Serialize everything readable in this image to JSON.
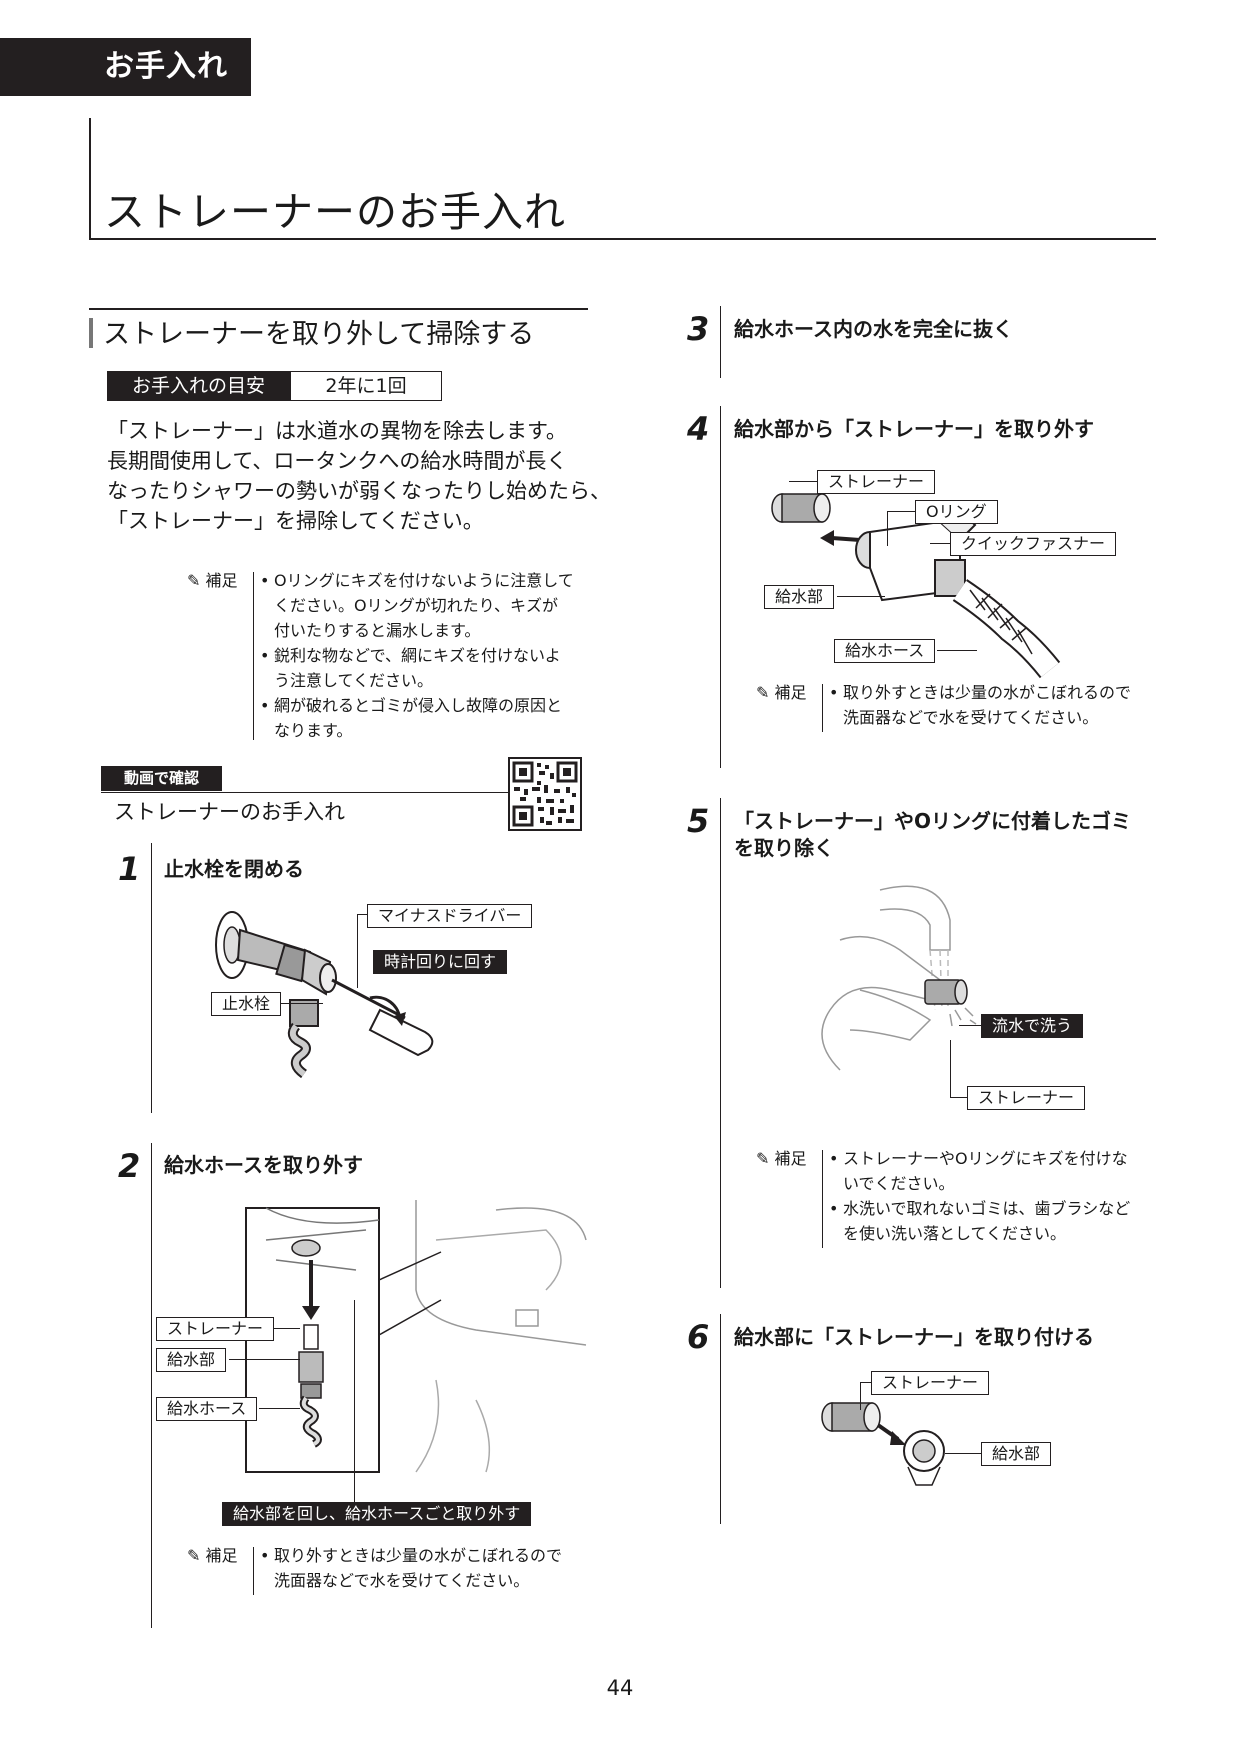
{
  "section_tab": "お手入れ",
  "page_title": "ストレーナーのお手入れ",
  "sub_heading": "ストレーナーを取り外して掃除する",
  "care": {
    "label": "お手入れの目安",
    "value": "2年に1回"
  },
  "intro_lines": [
    "「ストレーナー」は水道水の異物を除去します。",
    "長期間使用して、ロータンクへの給水時間が長く",
    "なったりシャワーの勢いが弱くなったりし始めたら、",
    "「ストレーナー」を掃除してください。"
  ],
  "note_label": "補足",
  "intro_notes": [
    [
      "Oリングにキズを付けないように注意して",
      "ください。Oリングが切れたり、キズが",
      "付いたりすると漏水します。"
    ],
    [
      "鋭利な物などで、網にキズを付けないよ",
      "う注意してください。"
    ],
    [
      "網が破れるとゴミが侵入し故障の原因と",
      "なります。"
    ]
  ],
  "video": {
    "tag": "動画で確認",
    "title": "ストレーナーのお手入れ"
  },
  "steps": [
    {
      "num": "1",
      "title": "止水栓を閉める",
      "labels": {
        "driver": "マイナスドライバー",
        "clockwise": "時計回りに回す",
        "valve": "止水栓"
      }
    },
    {
      "num": "2",
      "title": "給水ホースを取り外す",
      "labels": {
        "strainer": "ストレーナー",
        "supply": "給水部",
        "hose": "給水ホース",
        "action": "給水部を回し、給水ホースごと取り外す"
      },
      "note": [
        "取り外すときは少量の水がこぼれるので",
        "洗面器などで水を受けてください。"
      ]
    },
    {
      "num": "3",
      "title": "給水ホース内の水を完全に抜く"
    },
    {
      "num": "4",
      "title": "給水部から「ストレーナー」を取り外す",
      "labels": {
        "strainer": "ストレーナー",
        "oring": "Oリング",
        "fastener": "クイックファスナー",
        "supply": "給水部",
        "hose": "給水ホース"
      },
      "note": [
        "取り外すときは少量の水がこぼれるので",
        "洗面器などで水を受けてください。"
      ]
    },
    {
      "num": "5",
      "title_lines": [
        "「ストレーナー」やOリングに付着したゴミ",
        "を取り除く"
      ],
      "labels": {
        "wash": "流水で洗う",
        "strainer": "ストレーナー"
      },
      "notes": [
        [
          "ストレーナーやOリングにキズを付けな",
          "いでください。"
        ],
        [
          "水洗いで取れないゴミは、歯ブラシなど",
          "を使い洗い落としてください。"
        ]
      ]
    },
    {
      "num": "6",
      "title": "給水部に「ストレーナー」を取り付ける",
      "labels": {
        "strainer": "ストレーナー",
        "supply": "給水部"
      }
    }
  ],
  "page_number": "44"
}
